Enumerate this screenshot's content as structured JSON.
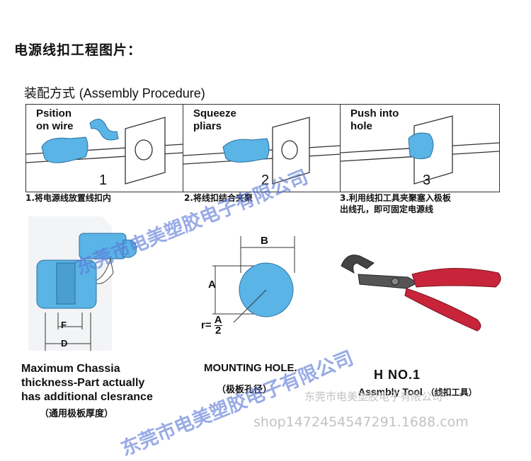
{
  "page_title": "电源线扣工程图片：",
  "assembly": {
    "header_cn": "装配方式",
    "header_en": "(Assembly Procedure)",
    "steps": [
      {
        "label": "Psition\non wire",
        "number": "1",
        "caption": "1.将电源线放置线扣内"
      },
      {
        "label": "Squeeze\npliars",
        "number": "2",
        "caption": "2.将线扣结合夹聚"
      },
      {
        "label": "Push into\nhole",
        "number": "3",
        "caption": "3.利用线扣工具夹聚塞入极板\n出线孔，即可固定电源线"
      }
    ]
  },
  "chassis": {
    "dim_f": "F",
    "dim_d": "D",
    "desc_line1": "Maximum Chassia",
    "desc_line2": "thickness-Part actually",
    "desc_line3": "has additional clesrance",
    "desc_cn": "（通用极板厚度）"
  },
  "mounting_hole": {
    "dim_b": "B",
    "dim_a": "A",
    "radius_prefix": "r=",
    "radius_num": "A",
    "radius_den": "2",
    "label_en": "MOUNTING HOLE.",
    "label_cn": "（极板孔径）"
  },
  "tool": {
    "label": "H  NO.1",
    "desc_en": "Assmbly Tool",
    "desc_cn": "（线扣工具）"
  },
  "watermarks": {
    "company": "东莞市电美塑胶电子有限公司",
    "shop_company": "东莞市电美塑胶电子有限公司",
    "shop_url": "shop1472454547291.1688.com"
  },
  "colors": {
    "clip_blue": "#5ab4e6",
    "plier_red": "#c8253a",
    "watermark": "#5a78d7"
  }
}
